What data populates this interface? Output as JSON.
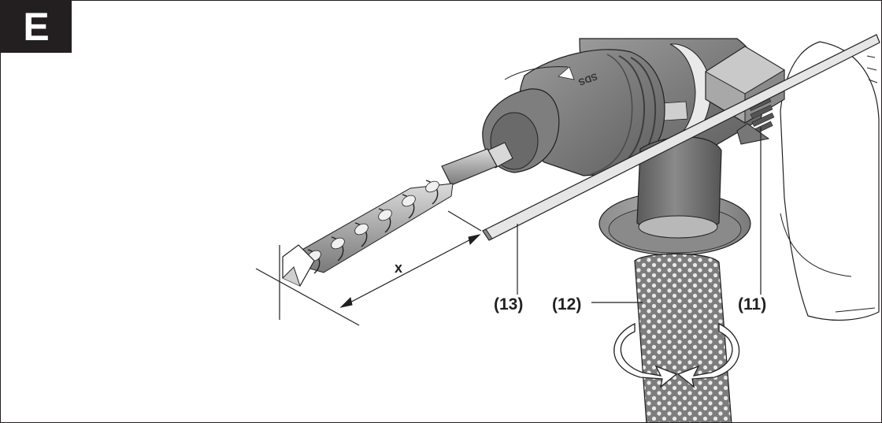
{
  "figure": {
    "badge": "E"
  },
  "drill": {
    "chuck_marking": "SDS"
  },
  "dimension": {
    "label": "x"
  },
  "callouts": {
    "depth_stop": "(13)",
    "handle": "(12)",
    "clamp": "(11)"
  },
  "colors": {
    "body_dark": "#6e6e6e",
    "body_mid": "#8e8e8e",
    "body_light": "#b5b5b5",
    "line": "#231f20",
    "badge_bg": "#231f20"
  },
  "icons": [
    "rotate-left-arrow-icon",
    "rotate-right-arrow-icon"
  ]
}
